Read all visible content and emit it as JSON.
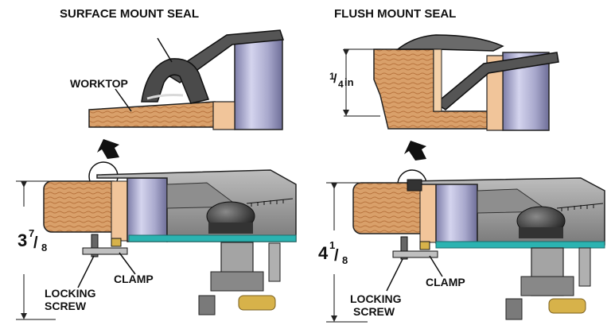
{
  "titles": {
    "surface": "SURFACE MOUNT SEAL",
    "flush": "FLUSH MOUNT SEAL"
  },
  "labels": {
    "worktop": "WORKTOP",
    "clamp_left": "CLAMP",
    "clamp_right": "CLAMP",
    "locking_screw_left_1": "LOCKING",
    "locking_screw_left_2": "SCREW",
    "locking_screw_right_1": "LOCKING",
    "locking_screw_right_2": "SCREW"
  },
  "dimensions": {
    "seal_depth": {
      "num": "1",
      "den": "4",
      "unit": "in"
    },
    "left_thickness": {
      "whole": "3",
      "num": "7",
      "den": "8"
    },
    "right_thickness": {
      "whole": "4",
      "num": "1",
      "den": "8"
    }
  },
  "colors": {
    "wood": "#d9a06a",
    "wood_grain": "#b8743e",
    "steel": "#9c9c9c",
    "steel_dark": "#5a5a5a",
    "seal": "#4a4a4a",
    "bowl": "#b9b9d8",
    "teal": "#2bb3b1",
    "brass": "#d7b24a"
  }
}
